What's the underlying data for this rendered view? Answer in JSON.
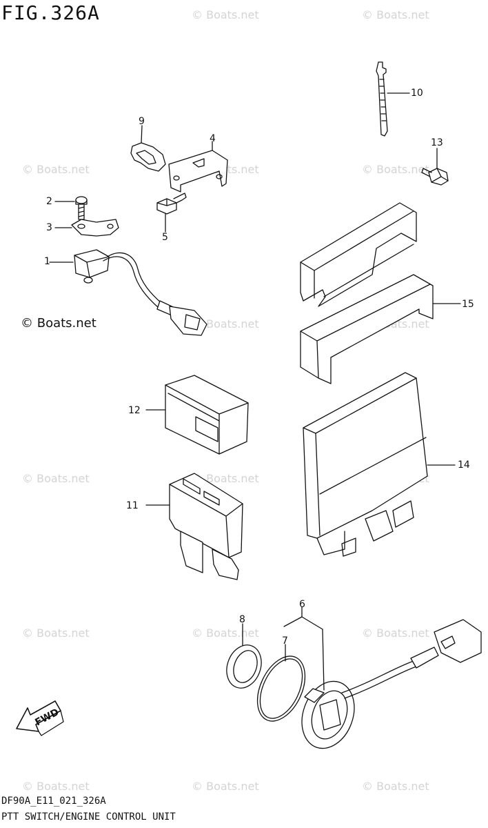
{
  "figure_title": "FIG.326A",
  "footer": {
    "code": "DF90A_E11_021_326A",
    "description": "PTT SWITCH/ENGINE CONTROL UNIT"
  },
  "copyright": "© Boats.net",
  "watermark_text": "© Boats.net",
  "fwd_label": "FWD",
  "callouts": {
    "c1": "1",
    "c2": "2",
    "c3": "3",
    "c4": "4",
    "c5": "5",
    "c6": "6",
    "c7": "7",
    "c8": "8",
    "c9": "9",
    "c10": "10",
    "c11": "11",
    "c12": "12",
    "c13": "13",
    "c14": "14",
    "c15": "15"
  },
  "colors": {
    "line": "#111111",
    "watermark": "#d4d4d4",
    "background": "#ffffff"
  }
}
